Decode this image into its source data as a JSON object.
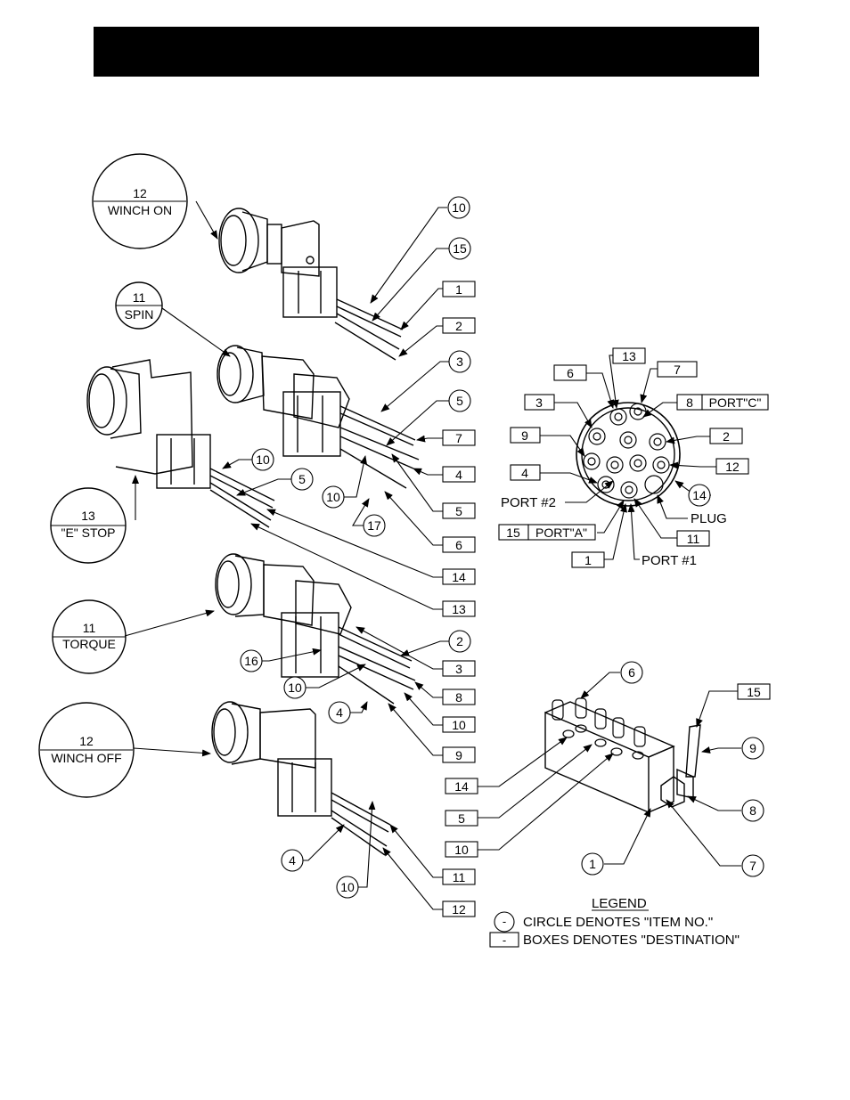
{
  "header": {
    "bar_color": "#000000"
  },
  "callouts": {
    "winch_on": {
      "num": "12",
      "label": "WINCH  ON"
    },
    "spin": {
      "num": "11",
      "label": "SPIN"
    },
    "e_stop": {
      "num": "13",
      "label": "\"E\" STOP"
    },
    "torque": {
      "num": "11",
      "label": "TORQUE"
    },
    "winch_off": {
      "num": "12",
      "label": "WINCH OFF"
    }
  },
  "items": {
    "v1_c10": "10",
    "v1_c15": "15",
    "v1_b1": "1",
    "v1_b2": "2",
    "v2_c3": "3",
    "v2_c5": "5",
    "v2_b7": "7",
    "v2_b4": "4",
    "v2_b5": "5",
    "v2_b6": "6",
    "v3_c10": "10",
    "v3_c5": "5",
    "v2_c10": "10",
    "v2_c17": "17",
    "v3_b14": "14",
    "v3_b13": "13",
    "v4_c2": "2",
    "v4_c16": "16",
    "v4_c10": "10",
    "v4_c4": "4",
    "v4_b3": "3",
    "v4_b8": "8",
    "v4_b10": "10",
    "v4_b9": "9",
    "v5_c4": "4",
    "v5_c10": "10",
    "v5_b11": "11",
    "v5_b12": "12",
    "cn_b13": "13",
    "cn_b6": "6",
    "cn_b7": "7",
    "cn_b8": "8",
    "cn_port_c": "PORT\"C\"",
    "cn_b3": "3",
    "cn_b2": "2",
    "cn_b9": "9",
    "cn_b12": "12",
    "cn_b4": "4",
    "cn_c14": "14",
    "cn_port2": "PORT #2",
    "cn_plug": "PLUG",
    "cn_b15": "15",
    "cn_port_a": "PORT\"A\"",
    "cn_b11": "11",
    "cn_b1": "1",
    "cn_port1": "PORT #1",
    "mf_c6": "6",
    "mf_b15": "15",
    "mf_c9": "9",
    "mf_b14": "14",
    "mf_b5": "5",
    "mf_b10": "10",
    "mf_c8": "8",
    "mf_c1": "1",
    "mf_c7": "7"
  },
  "legend": {
    "title": "LEGEND",
    "circle_symbol": "-",
    "circle_text": "CIRCLE DENOTES \"ITEM NO.\"",
    "box_symbol": "-",
    "box_text": "BOXES DENOTES \"DESTINATION\""
  }
}
